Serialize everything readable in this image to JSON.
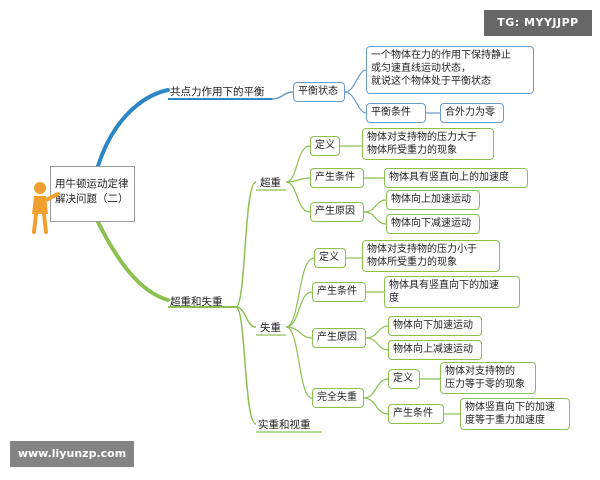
{
  "watermark_top": "TG: MYYJJPP",
  "watermark_bottom": "www.liyunzp.com",
  "center": {
    "line1": "用牛顿运动定律",
    "line2": "解决问题（二）"
  },
  "balance": {
    "title": "共点力作用下的平衡",
    "state": "平衡状态",
    "state_desc": "一个物体在力的作用下保持静止\n或匀速直线运动状态，\n就说这个物体处于平衡状态",
    "condition": "平衡条件",
    "condition_value": "合外力为零"
  },
  "weight": {
    "title": "超重和失重",
    "over": {
      "title": "超重",
      "def_label": "定义",
      "def_text": "物体对支持物的压力大于\n物体所受重力的现象",
      "cond_label": "产生条件",
      "cond_text": "物体具有竖直向上的加速度",
      "cause_label": "产生原因",
      "cause_1": "物体向上加速运动",
      "cause_2": "物体向下减速运动"
    },
    "under": {
      "title": "失重",
      "def_label": "定义",
      "def_text": "物体对支持物的压力小于\n物体所受重力的现象",
      "cond_label": "产生条件",
      "cond_text": "物体具有竖直向下的加速\n度",
      "cause_label": "产生原因",
      "cause_1": "物体向下加速运动",
      "cause_2": "物体向上减速运动",
      "complete": {
        "title": "完全失重",
        "def_label": "定义",
        "def_text": "物体对支持物的\n压力等于零的现象",
        "cond_label": "产生条件",
        "cond_text": "物体竖直向下的加速\n度等于重力加速度"
      }
    },
    "real": "实重和视重"
  },
  "colors": {
    "blue_branch": "#2d86c7",
    "green_branch": "#8cc152",
    "box_border": "#8cc152",
    "blue_box": "#6a9bc9"
  }
}
